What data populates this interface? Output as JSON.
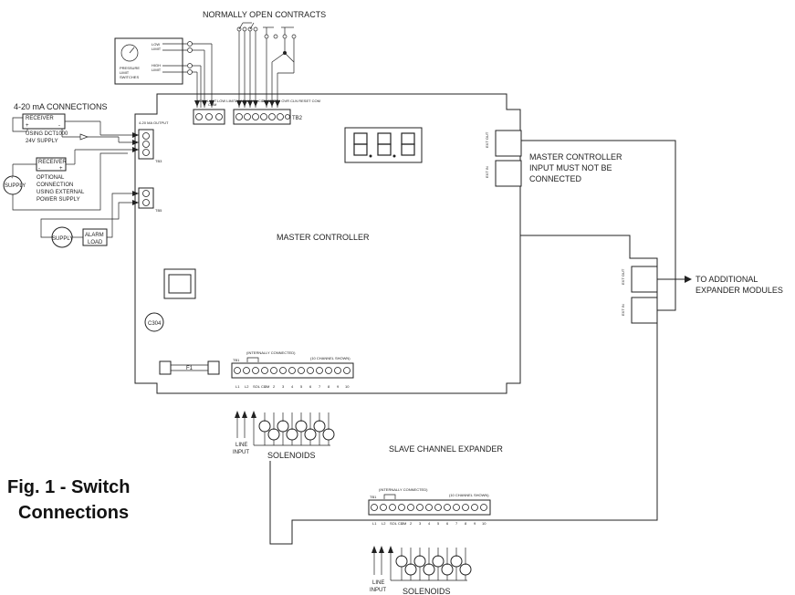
{
  "labels": {
    "normally_open": "NORMALLY OPEN CONTRACTS",
    "ma_connections": "4-20 mA CONNECTIONS",
    "receiver": "RECEIVER",
    "using_dct": "USING DCT1000",
    "supply_24v": "24V SUPPLY",
    "optional_1": "OPTIONAL",
    "optional_2": "CONNECTION",
    "optional_3": "USING EXTERNAL",
    "optional_4": "POWER SUPPLY",
    "supply": "SUPPLY",
    "alarm": "ALARM",
    "load": "LOAD",
    "pressure_1": "PRESSURE",
    "pressure_2": "LIMIT",
    "pressure_3": "SWITCHES",
    "low_limit_1": "LOW",
    "low_limit_2": "LIMIT",
    "high_limit_1": "HIGH",
    "high_limit_2": "LIMIT",
    "master_controller": "MASTER CONTROLLER",
    "master_input_1": "MASTER CONTROLLER",
    "master_input_2": "INPUT MUST NOT BE",
    "master_input_3": "CONNECTED",
    "to_additional_1": "TO ADDITIONAL",
    "to_additional_2": "EXPANDER MODULES",
    "slave_expander": "SLAVE CHANNEL EXPANDER",
    "line_input_1": "LINE",
    "line_input_2": "INPUT",
    "solenoids": "SOLENOIDS",
    "fig_line1": "Fig. 1 - Switch",
    "fig_line2": "Connections",
    "tb2": "TB2",
    "tb3": "TB3",
    "tb1": "TB1",
    "tb5": "TB5",
    "f1": "F1",
    "c304": "C304",
    "internally_connected": "(INTERNALLY CONNECTED)",
    "ten_channel": "(10 CHANNEL SHOWN)",
    "ma_output": "4-20 MA OUTPUT",
    "tb2_high": "HIGH LIMIT",
    "tb2_com": "COM",
    "tb2_low": "LOW LIMIT",
    "tb2_alarm": "ALARM/MSN COM MODE",
    "tb2_dv": "DV ALARM OVR CLN RESET COM",
    "plus": "+",
    "minus": "-",
    "digits": "8.8.8",
    "term_labels": [
      "L1",
      "L2",
      "SOL COM",
      "1",
      "2",
      "3",
      "4",
      "5",
      "6",
      "7",
      "8",
      "9",
      "10"
    ],
    "ext_out": "EXT OUT",
    "ext_in": "EXT IN"
  }
}
